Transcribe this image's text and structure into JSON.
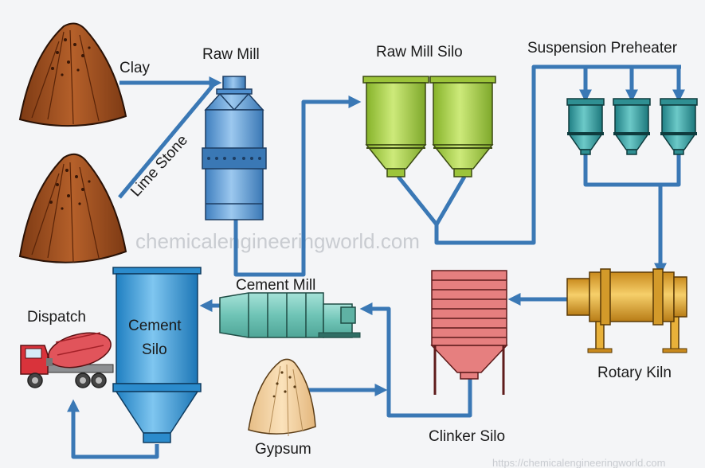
{
  "labels": {
    "clay": "Clay",
    "lime_stone": "Lime Stone",
    "raw_mill": "Raw Mill",
    "raw_mill_silo": "Raw Mill Silo",
    "suspension_preheater": "Suspension Preheater",
    "rotary_kiln": "Rotary Kiln",
    "clinker_silo": "Clinker Silo",
    "cement_mill": "Cement Mill",
    "cement_silo_line1": "Cement",
    "cement_silo_line2": "Silo",
    "dispatch": "Dispatch",
    "gypsum": "Gypsum"
  },
  "watermark": "chemicalengineeringworld.com",
  "source_url": "https://chemicalengineeringworld.com",
  "colors": {
    "flow_line": "#3a78b5",
    "raw_pile": "#a4521f",
    "gypsum_pile": "#f4d3a4",
    "raw_mill": "#6ea6dc",
    "silo_green": "#a8d04a",
    "preheater_teal": "#3fa6a8",
    "kiln_gold": "#e8b13a",
    "clinker_red": "#e47b7b",
    "cement_mill_teal": "#7fd0c3",
    "cement_silo_blue": "#3fa0dc",
    "truck_red": "#d9333b"
  }
}
